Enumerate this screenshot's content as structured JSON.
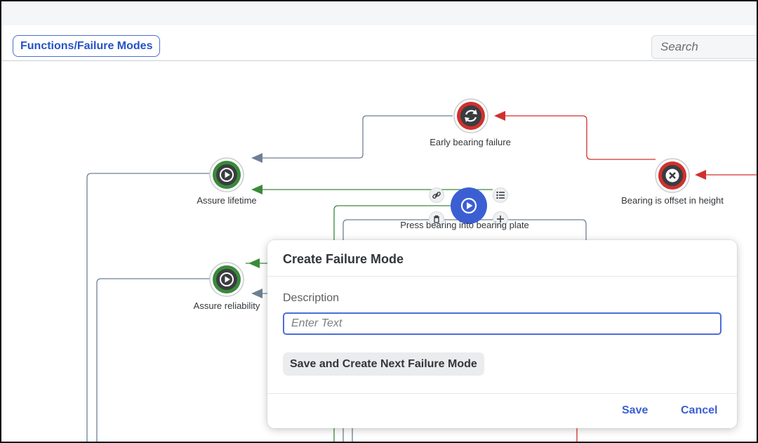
{
  "header": {
    "breadcrumb": "Functions/Failure Modes"
  },
  "search": {
    "placeholder": "Search"
  },
  "graph": {
    "nodes": {
      "early_bearing_failure": {
        "label": "Early bearing failure",
        "status": "failure-mode",
        "icon": "refresh-icon"
      },
      "assure_lifetime": {
        "label": "Assure lifetime",
        "status": "function",
        "icon": "play-icon"
      },
      "bearing_offset": {
        "label": "Bearing is offset in height",
        "status": "failure-cause",
        "icon": "close-icon"
      },
      "press_bearing": {
        "label": "Press bearing into bearing plate",
        "status": "selected",
        "icon": "play-icon"
      },
      "assure_reliability": {
        "label": "Assure reliability",
        "status": "function",
        "icon": "play-icon"
      }
    },
    "node_actions": [
      "link-icon",
      "list-icon",
      "trash-icon",
      "plus-icon"
    ]
  },
  "dialog": {
    "title": "Create Failure Mode",
    "description_label": "Description",
    "description_value": "",
    "description_placeholder": "Enter Text",
    "save_next_label": "Save and Create Next Failure Mode",
    "save_label": "Save",
    "cancel_label": "Cancel"
  },
  "colors": {
    "accent": "#2553c5",
    "function_green": "#3a8a3a",
    "failure_red": "#d0312d",
    "edge_gray": "#6f7f94",
    "selected_blue": "#3b5fd3"
  }
}
